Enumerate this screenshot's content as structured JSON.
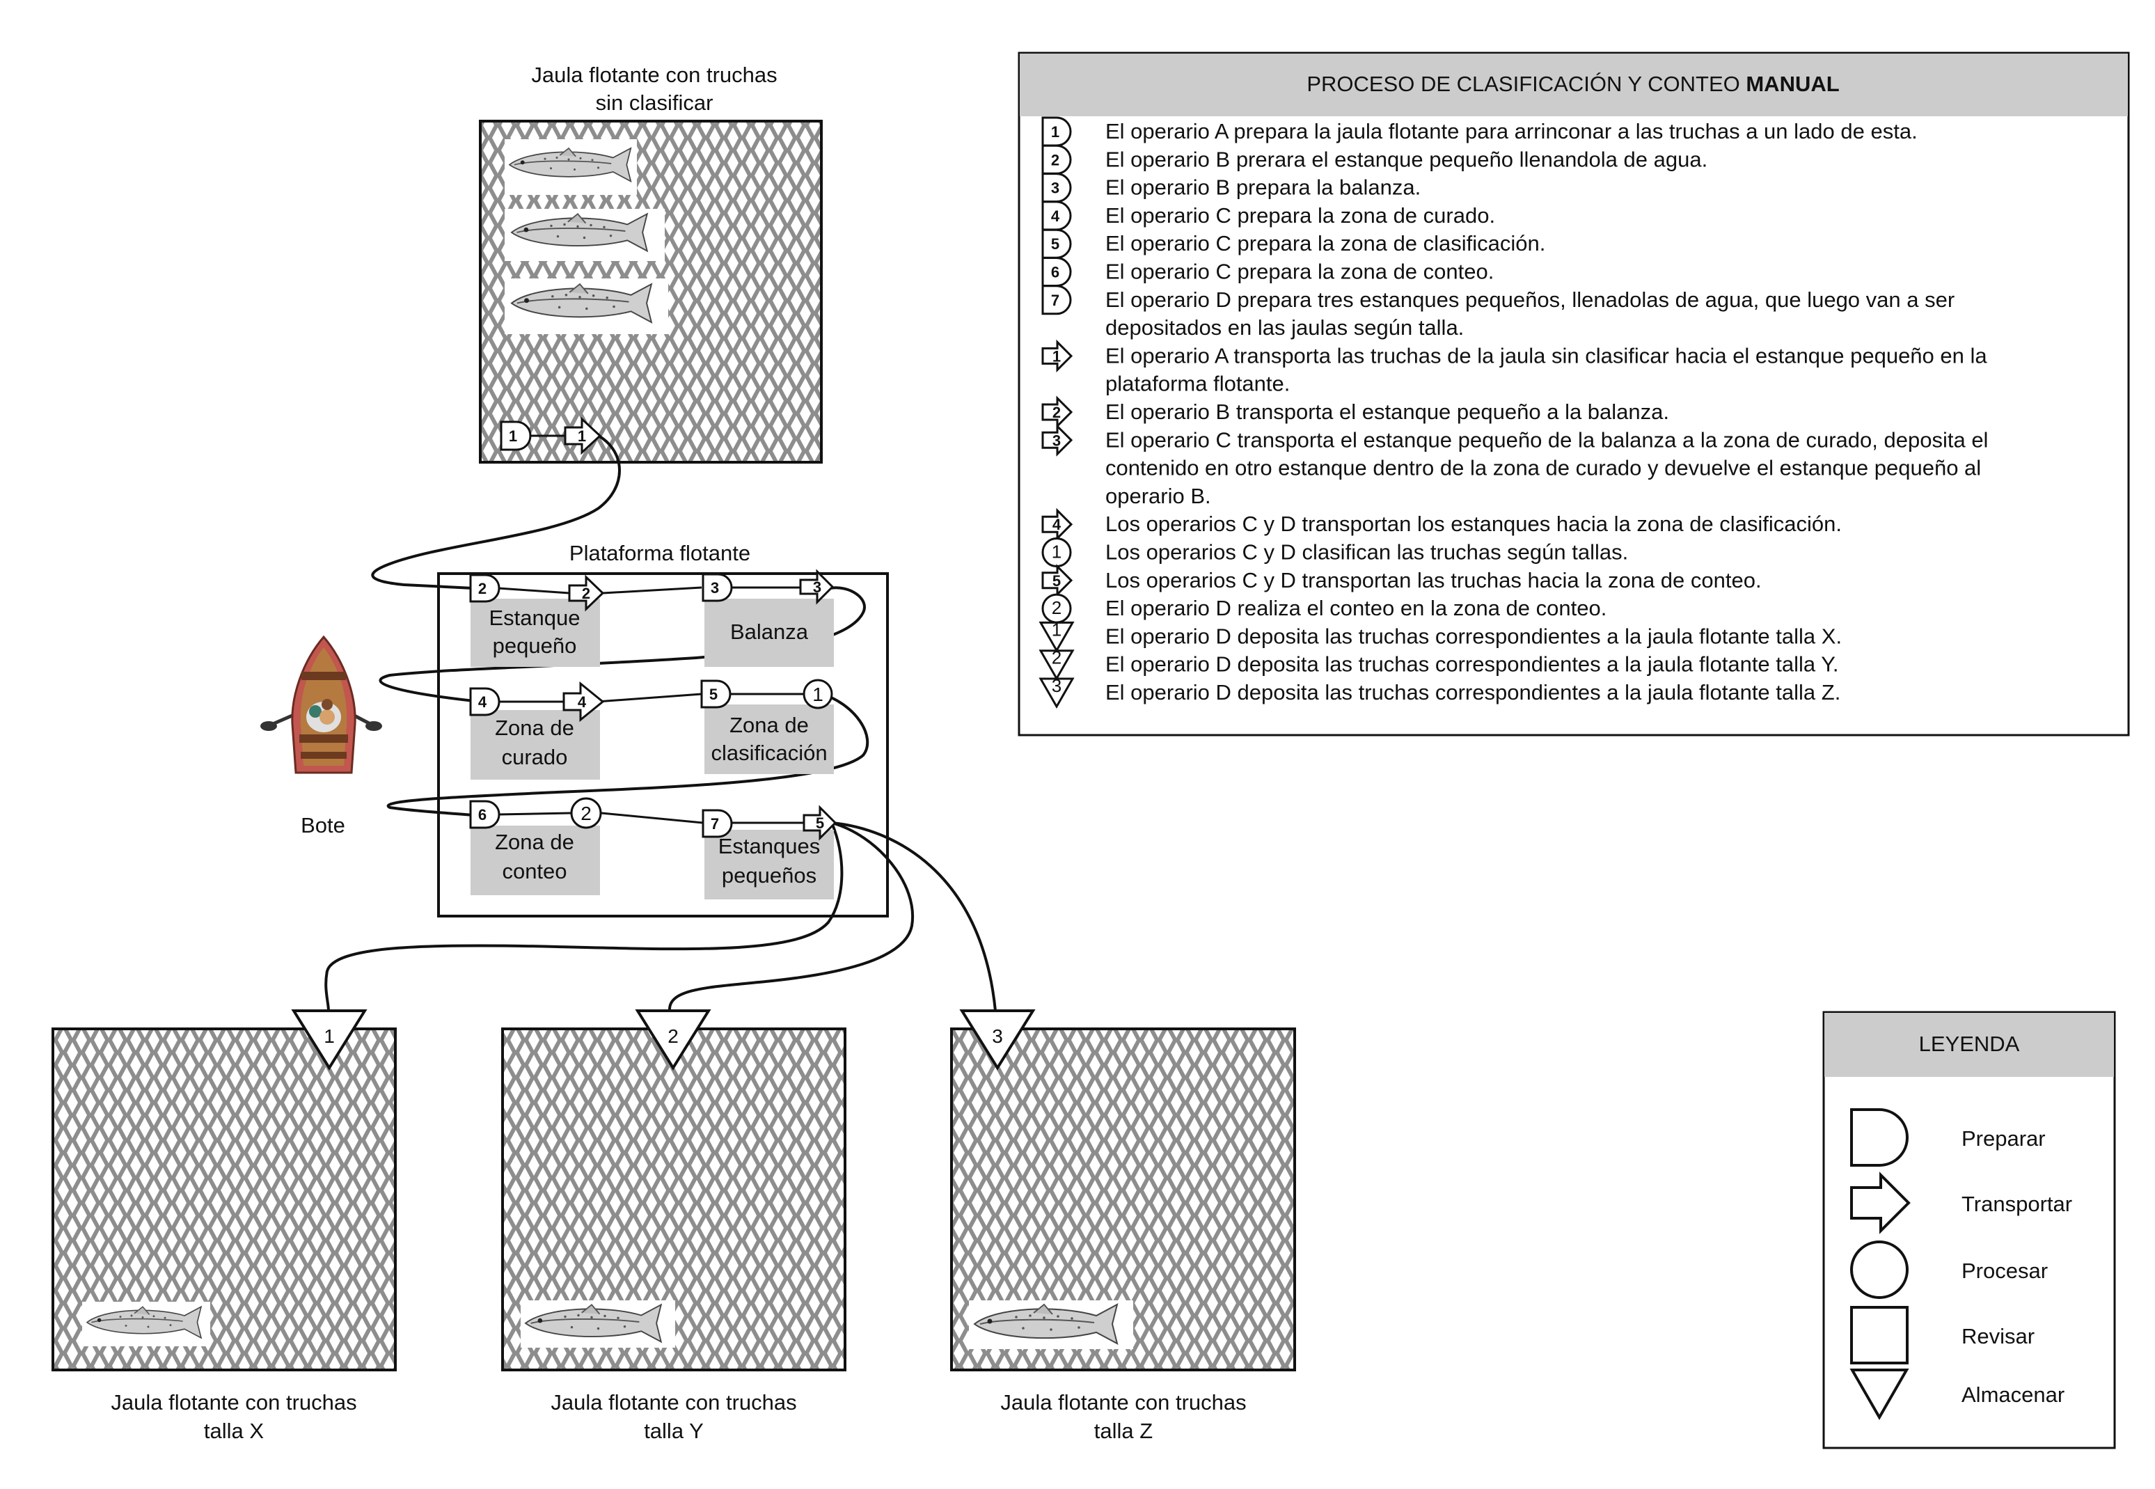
{
  "cages": {
    "source": {
      "title_l1": "Jaula flotante con truchas",
      "title_l2": "sin clasificar"
    },
    "x": {
      "title_l1": "Jaula flotante con truchas",
      "title_l2": "talla X",
      "store_num": "1"
    },
    "y": {
      "title_l1": "Jaula flotante con truchas",
      "title_l2": "talla Y",
      "store_num": "2"
    },
    "z": {
      "title_l1": "Jaula flotante con truchas",
      "title_l2": "talla Z",
      "store_num": "3"
    }
  },
  "platform": {
    "title": "Plataforma flotante",
    "stations": {
      "estanque_l1": "Estanque",
      "estanque_l2": "pequeño",
      "balanza": "Balanza",
      "curado_l1": "Zona de",
      "curado_l2": "curado",
      "clasif_l1": "Zona de",
      "clasif_l2": "clasificación",
      "conteo_l1": "Zona de",
      "conteo_l2": "conteo",
      "estanques_l1": "Estanques",
      "estanques_l2": "pequeños"
    }
  },
  "boat": {
    "label": "Bote"
  },
  "process": {
    "title_regular": "PROCESO DE CLASIFICACIÓN Y CONTEO ",
    "title_bold": "MANUAL",
    "steps": [
      {
        "symbol": "prepare",
        "num": "1",
        "lines": [
          "El operario A prepara la jaula flotante para arrinconar a las truchas a un lado de esta."
        ]
      },
      {
        "symbol": "prepare",
        "num": "2",
        "lines": [
          "El operario B prerara el estanque pequeño llenandola de agua."
        ]
      },
      {
        "symbol": "prepare",
        "num": "3",
        "lines": [
          "El operario B prepara la balanza."
        ]
      },
      {
        "symbol": "prepare",
        "num": "4",
        "lines": [
          "El operario C prepara la zona de curado."
        ]
      },
      {
        "symbol": "prepare",
        "num": "5",
        "lines": [
          "El operario C prepara la zona de clasificación."
        ]
      },
      {
        "symbol": "prepare",
        "num": "6",
        "lines": [
          "El operario C prepara la zona de conteo."
        ]
      },
      {
        "symbol": "prepare",
        "num": "7",
        "lines": [
          "El operario D prepara tres estanques pequeños, llenadolas de agua, que luego van a ser",
          "depositados en las jaulas según talla."
        ]
      },
      {
        "symbol": "transport",
        "num": "1",
        "lines": [
          "El operario A transporta las truchas de la jaula sin clasificar hacia el estanque pequeño en la",
          "plataforma flotante."
        ]
      },
      {
        "symbol": "transport",
        "num": "2",
        "lines": [
          "El operario B transporta el estanque pequeño a la balanza."
        ]
      },
      {
        "symbol": "transport",
        "num": "3",
        "lines": [
          "El operario C transporta el estanque pequeño de la balanza a la zona de curado, deposita el",
          "contenido en otro estanque dentro de la zona de curado y devuelve el estanque pequeño al",
          "operario B."
        ]
      },
      {
        "symbol": "transport",
        "num": "4",
        "lines": [
          "Los operarios C y D transportan los estanques hacia la zona de clasificación."
        ]
      },
      {
        "symbol": "process",
        "num": "1",
        "lines": [
          "Los operarios C y D clasifican las truchas según tallas."
        ]
      },
      {
        "symbol": "transport",
        "num": "5",
        "lines": [
          "Los operarios C y D transportan las truchas hacia la zona de conteo."
        ]
      },
      {
        "symbol": "process",
        "num": "2",
        "lines": [
          "El operario D realiza el conteo en la zona de conteo."
        ]
      },
      {
        "symbol": "store",
        "num": "1",
        "lines": [
          "El operario D deposita las truchas correspondientes a la jaula flotante talla X."
        ]
      },
      {
        "symbol": "store",
        "num": "2",
        "lines": [
          "El operario D deposita las truchas correspondientes a la jaula flotante talla Y."
        ]
      },
      {
        "symbol": "store",
        "num": "3",
        "lines": [
          "El operario D deposita las truchas correspondientes a la jaula flotante talla Z."
        ]
      }
    ]
  },
  "legend": {
    "title": "LEYENDA",
    "items": [
      {
        "symbol": "prepare",
        "label": "Preparar"
      },
      {
        "symbol": "transport",
        "label": "Transportar"
      },
      {
        "symbol": "process",
        "label": "Procesar"
      },
      {
        "symbol": "inspect",
        "label": "Revisar"
      },
      {
        "symbol": "store",
        "label": "Almacenar"
      }
    ]
  },
  "flow_markers": {
    "cage_prepare": "1",
    "cage_transport": "1",
    "estanque_prepare": "2",
    "estanque_transport": "2",
    "balanza_prepare": "3",
    "balanza_transport": "3",
    "curado_prepare": "4",
    "curado_transport": "4",
    "clasif_prepare": "5",
    "clasif_process": "1",
    "conteo_prepare": "6",
    "conteo_process": "2",
    "estanques_prepare": "7",
    "estanques_transport": "5"
  }
}
